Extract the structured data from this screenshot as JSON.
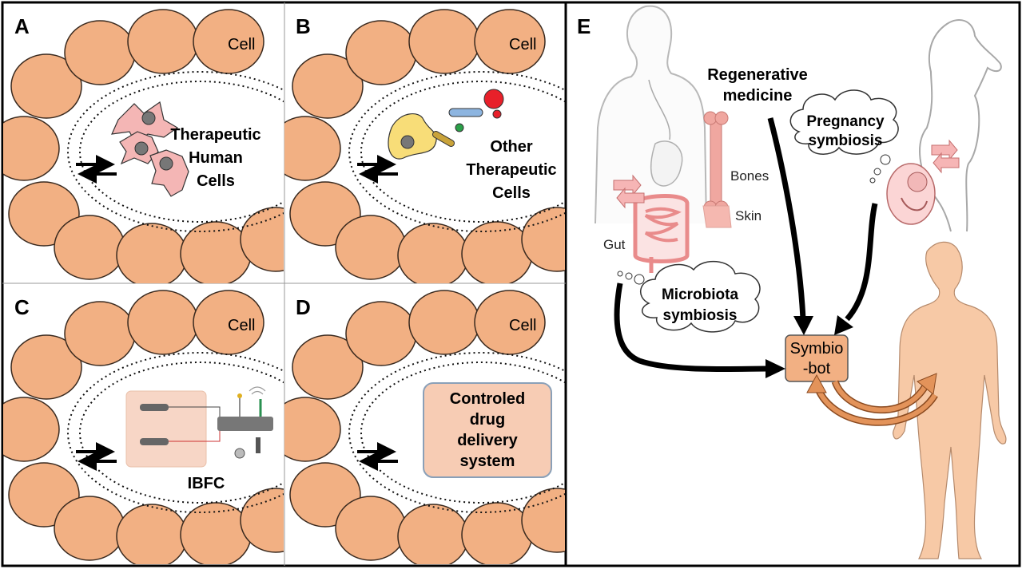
{
  "colors": {
    "cell_fill": "#f2b083",
    "cell_stroke": "#3a2a1f",
    "human_cell_fill": "#f4b6b5",
    "nucleus": "#777777",
    "symbiobot_fill": "#f2b083",
    "body_fill": "#f7c9a6",
    "tissue_pink": "#ee8d8d",
    "arrow_orange": "#e3935a"
  },
  "panels": {
    "A": {
      "letter": "A",
      "cell_label": "Cell",
      "content_lines": [
        "Therapeutic",
        "Human",
        "Cells"
      ]
    },
    "B": {
      "letter": "B",
      "cell_label": "Cell",
      "content_lines": [
        "Other",
        "Therapeutic",
        "Cells"
      ]
    },
    "C": {
      "letter": "C",
      "cell_label": "Cell",
      "content_lines": [
        "IBFC"
      ]
    },
    "D": {
      "letter": "D",
      "cell_label": "Cell",
      "content_lines": [
        "Controled",
        "drug",
        "delivery",
        "system"
      ]
    },
    "E": {
      "letter": "E",
      "regenerative_lines": [
        "Regenerative",
        "medicine"
      ],
      "bones_label": "Bones",
      "skin_label": "Skin",
      "gut_label": "Gut",
      "pregnancy_lines": [
        "Pregnancy",
        "symbiosis"
      ],
      "microbiota_lines": [
        "Microbiota",
        "symbiosis"
      ],
      "symbiobot_lines": [
        "Symbio",
        "-bot"
      ]
    }
  }
}
